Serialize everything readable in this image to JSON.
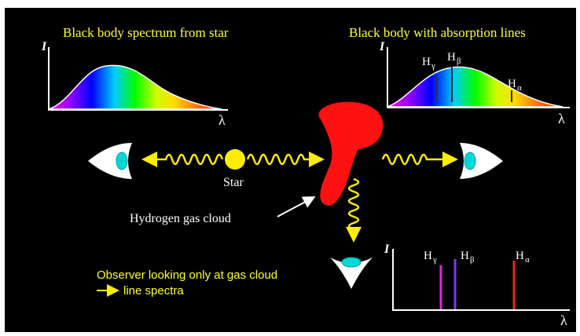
{
  "panels": {
    "left": {
      "title": "Black body spectrum from star",
      "y_axis": "I",
      "x_axis": "λ"
    },
    "right": {
      "title": "Black body with absorption lines",
      "y_axis": "I",
      "x_axis": "λ",
      "lines": [
        {
          "base": "H",
          "sub": "γ"
        },
        {
          "base": "H",
          "sub": "β"
        },
        {
          "base": "H",
          "sub": "α"
        }
      ]
    },
    "bottom": {
      "y_axis": "I",
      "x_axis": "λ",
      "lines": [
        {
          "base": "H",
          "sub": "γ",
          "color": "#cc33cc"
        },
        {
          "base": "H",
          "sub": "β",
          "color": "#8833ee"
        },
        {
          "base": "H",
          "sub": "α",
          "color": "#ee2222"
        }
      ]
    }
  },
  "labels": {
    "star": "Star",
    "gas_cloud": "Hydrogen gas cloud",
    "observer_line1": "Observer looking only at gas cloud",
    "observer_line2": "line spectra"
  },
  "icons": [
    "eye-icon",
    "star-icon",
    "photon-wave-icon",
    "gas-cloud-icon",
    "arrow-icon"
  ],
  "colors": {
    "background": "#000000",
    "title_text": "#ffff33",
    "photon": "#ffee00",
    "cloud": "#ff1111",
    "star": "#ffee00"
  }
}
